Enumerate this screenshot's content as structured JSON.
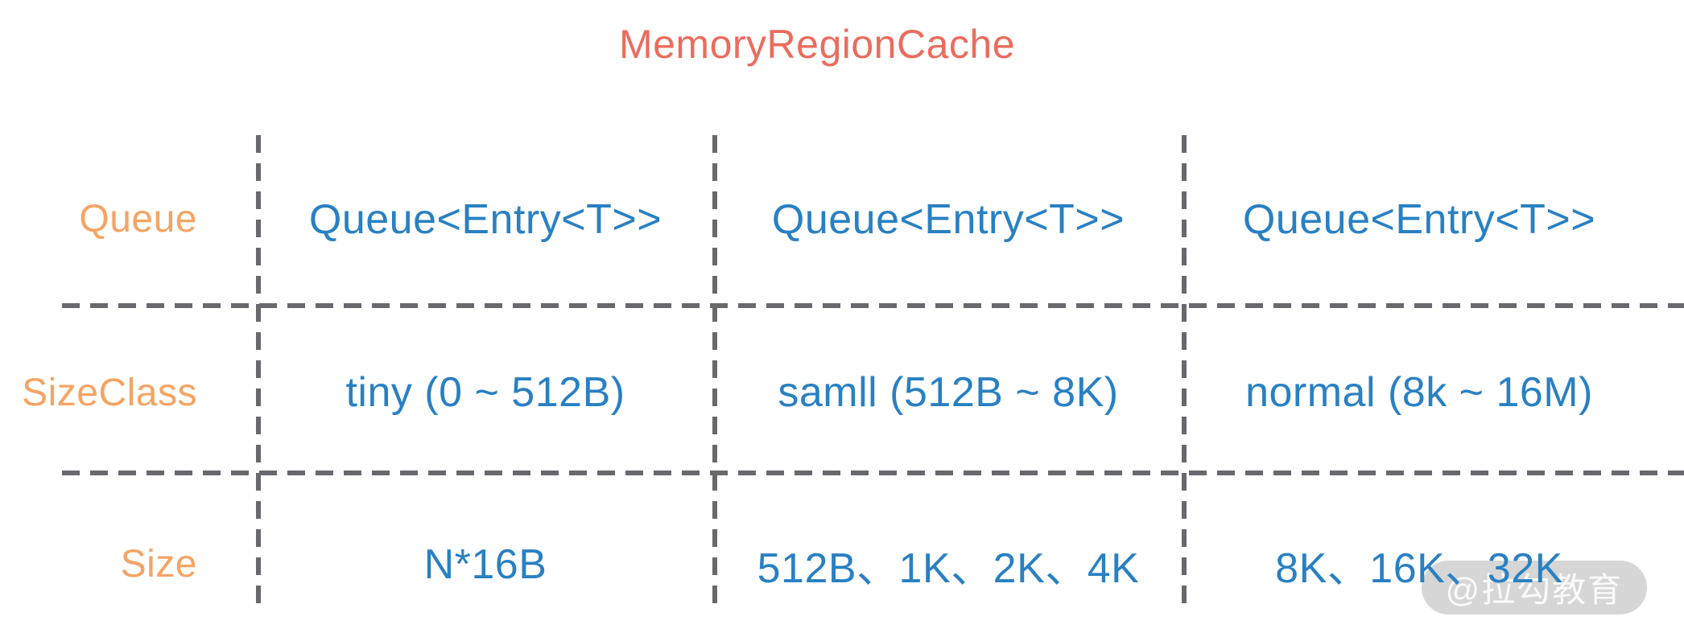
{
  "title": "MemoryRegionCache",
  "table": {
    "rows": [
      {
        "label": "Queue",
        "cells": [
          "Queue<Entry<T>>",
          "Queue<Entry<T>>",
          "Queue<Entry<T>>"
        ]
      },
      {
        "label": "SizeClass",
        "cells": [
          "tiny (0 ~ 512B)",
          "samll (512B ~ 8K)",
          "normal (8k ~ 16M)"
        ]
      },
      {
        "label": "Size",
        "cells": [
          "N*16B",
          "512B、1K、2K、4K",
          "8K、16K、32K"
        ]
      }
    ]
  },
  "watermark": {
    "text": "@拉勾教育"
  },
  "colors": {
    "title": "#EB6C5D",
    "row_label": "#F5A463",
    "cell_text": "#2980C3",
    "dashed_line": "#68686E",
    "watermark_text": "#FFFFFF"
  }
}
